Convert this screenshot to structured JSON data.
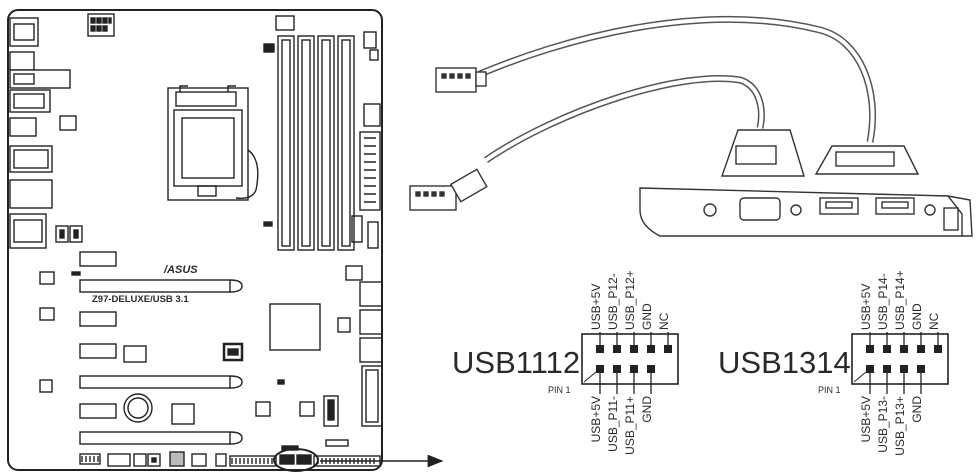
{
  "board": {
    "brand": "/ASUS",
    "model": "Z97-DELUXE/USB 3.1"
  },
  "headers": [
    {
      "name": "USB1112",
      "top_pins": [
        "USB+5V",
        "USB_P12-",
        "USB_P12+",
        "GND",
        "NC"
      ],
      "bottom_pins": [
        "USB+5V",
        "USB_P11-",
        "USB_P11+",
        "GND"
      ],
      "pin1_label": "PIN 1"
    },
    {
      "name": "USB1314",
      "top_pins": [
        "USB+5V",
        "USB_P14-",
        "USB_P14+",
        "GND",
        "NC"
      ],
      "bottom_pins": [
        "USB+5V",
        "USB_P13-",
        "USB_P13+",
        "GND"
      ],
      "pin1_label": "PIN 1"
    }
  ]
}
